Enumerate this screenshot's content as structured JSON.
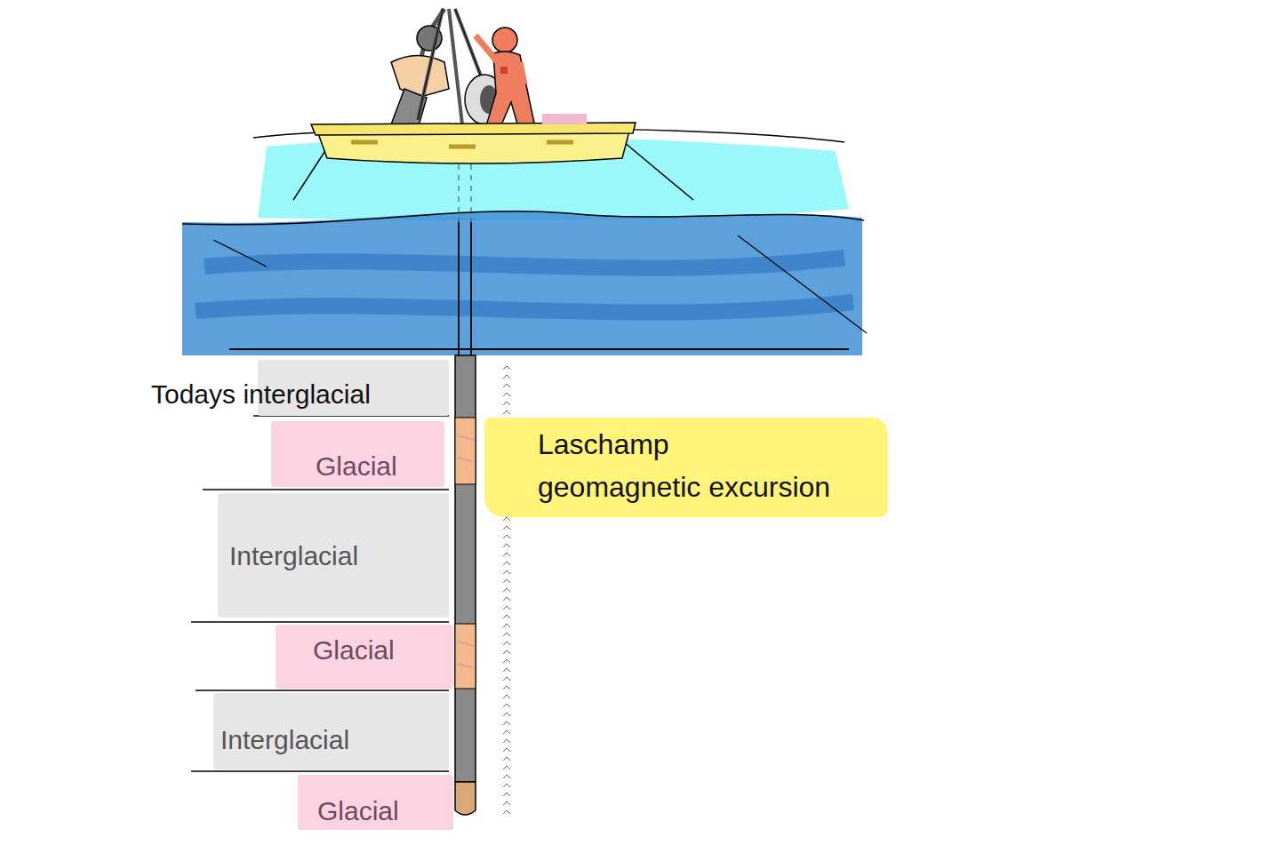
{
  "diagram": {
    "nodes": [
      {
        "text": [
          "Todays interglacial"
        ]
      },
      {
        "text": [
          "Glacial"
        ]
      },
      {
        "text": [
          "Interglacial"
        ]
      },
      {
        "text": [
          "Glacial"
        ]
      },
      {
        "text": [
          "Interglacial"
        ]
      },
      {
        "text": [
          "Glacial"
        ]
      },
      {
        "text": [
          "Laschamp geomagnetic excursion"
        ]
      }
    ]
  }
}
